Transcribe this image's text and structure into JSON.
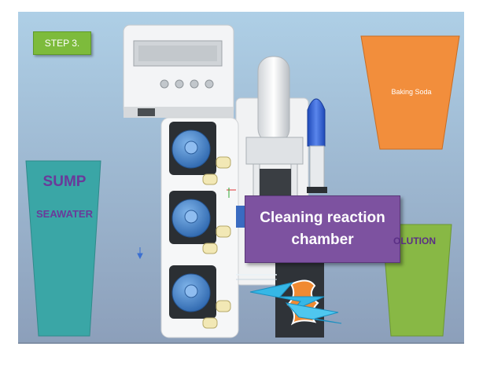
{
  "step_badge": "STEP 3.",
  "callout": {
    "line1": "Cleaning reaction",
    "line2": "chamber"
  },
  "sump": {
    "title": "SUMP",
    "subtitle": "SEAWATER"
  },
  "baking_soda_label": "Baking Soda",
  "solution_label": "OLUTION",
  "colors": {
    "background_top": "#a9cbe3",
    "background_bottom": "#8fa3bd",
    "step_badge": "#7dbb3c",
    "callout": "#7d52a0",
    "sump_container": "#3aa6a6",
    "baking_soda_container": "#f28e3c",
    "solution_container": "#88b845",
    "pump_head": "#3a7fc8",
    "probe_cap": "#2f5fcf",
    "lightning": "#35b8e8"
  }
}
